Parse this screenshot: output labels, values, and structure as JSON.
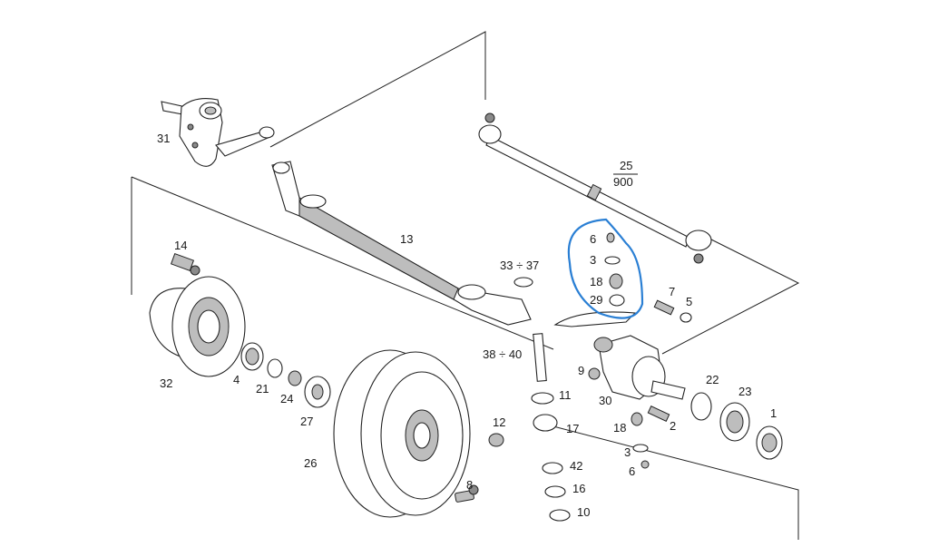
{
  "diagram": {
    "highlight_color": "#2a7fd4",
    "callouts": {
      "c1": "1",
      "c2": "2",
      "c3a": "3",
      "c3b": "3",
      "c4": "4",
      "c5": "5",
      "c6a": "6",
      "c6b": "6",
      "c7": "7",
      "c8": "8",
      "c9": "9",
      "c10": "10",
      "c11": "11",
      "c12": "12",
      "c13": "13",
      "c14": "14",
      "c16": "16",
      "c17": "17",
      "c18a": "18",
      "c18b": "18",
      "c21": "21",
      "c22": "22",
      "c23": "23",
      "c24": "24",
      "c25_top": "25",
      "c25_bottom": "900",
      "c26": "26",
      "c27": "27",
      "c29": "29",
      "c30": "30",
      "c31": "31",
      "c32": "32",
      "c33_37": "33 ÷ 37",
      "c38_40": "38 ÷ 40",
      "c42": "42"
    }
  }
}
